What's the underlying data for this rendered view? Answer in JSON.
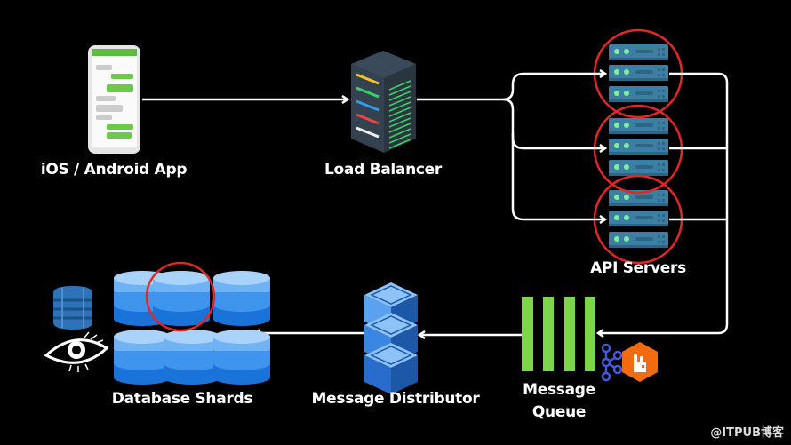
{
  "nodes": {
    "app": {
      "label": "iOS / Android App",
      "icon": "smartphone-chat-icon"
    },
    "load_balancer": {
      "label": "Load Balancer",
      "icon": "server-rack-icon"
    },
    "api_servers": {
      "label": "API Servers",
      "icon": "server-stack-icon",
      "count": 3
    },
    "message_queue": {
      "label_line1": "Message",
      "label_line2": "Queue",
      "icon": "queue-bars-icon",
      "tech_icons": [
        "kafka-icon",
        "rabbitmq-icon"
      ]
    },
    "message_distributor": {
      "label": "Message Distributor",
      "icon": "server-cube-icon"
    },
    "database_shards": {
      "label": "Database Shards",
      "icon": "database-cylinder-icon",
      "count": 6,
      "tech_icons": [
        "dynamodb-icon",
        "cassandra-eye-icon"
      ]
    }
  },
  "edges": [
    {
      "from": "app",
      "to": "load_balancer"
    },
    {
      "from": "load_balancer",
      "to": "api_servers"
    },
    {
      "from": "api_servers",
      "to": "message_queue"
    },
    {
      "from": "message_queue",
      "to": "message_distributor"
    },
    {
      "from": "message_distributor",
      "to": "database_shards"
    }
  ],
  "highlights": {
    "color": "#e32626",
    "circled": [
      "api_server_1",
      "api_server_2",
      "api_server_3",
      "database_shard_2"
    ]
  },
  "colors": {
    "queue": "#7bd64a",
    "server": "#3d7fa3",
    "database": "#2b8ee8",
    "rabbitmq": "#f26b10",
    "kafka": "#3f5ce0"
  },
  "watermark": "@ITPUB博客"
}
